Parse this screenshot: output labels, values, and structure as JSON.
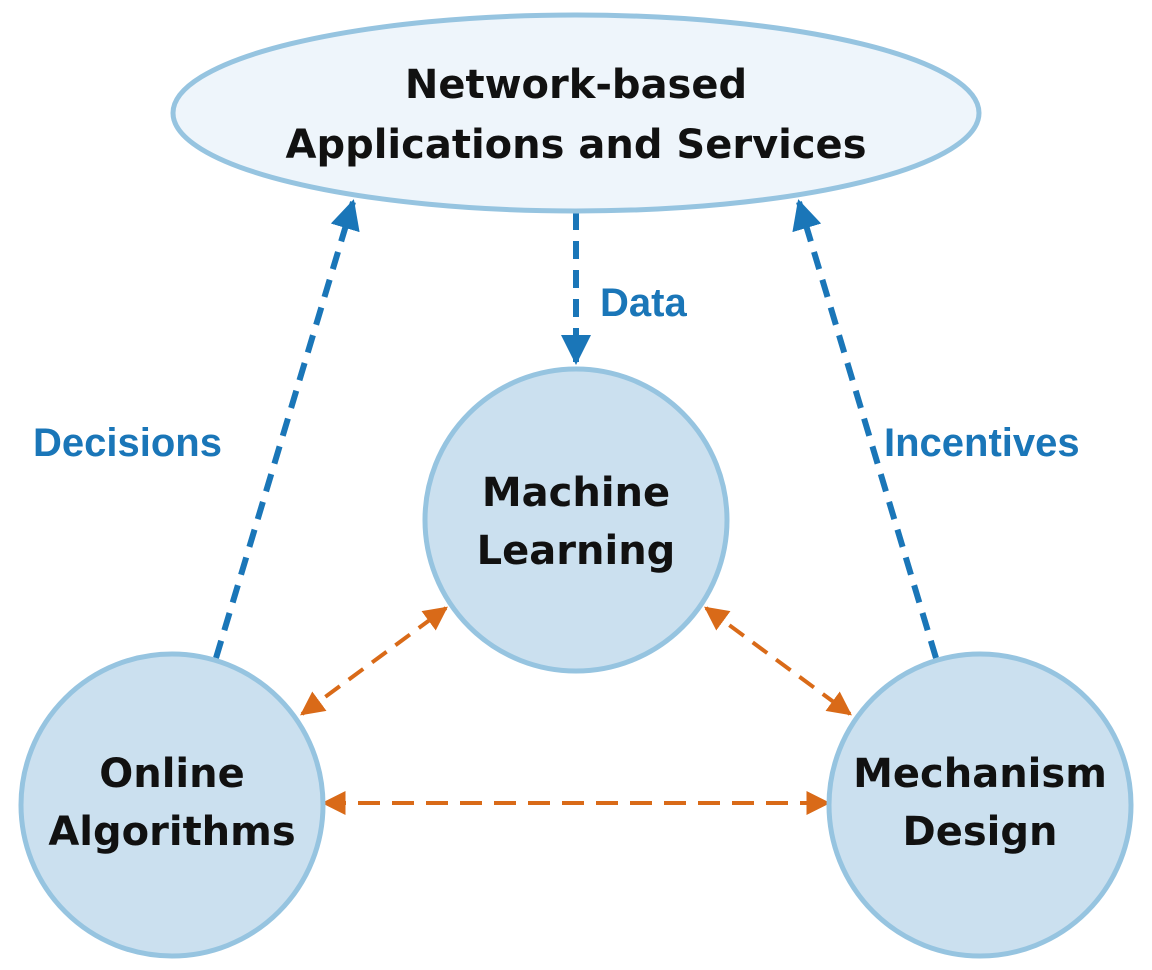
{
  "colors": {
    "node_fill": "#cbe0ef",
    "node_stroke": "#96c4e0",
    "top_fill": "#eef5fb",
    "blue_arrow": "#1a76b8",
    "orange_arrow": "#d96a18",
    "node_text": "#111111"
  },
  "nodes": {
    "top": {
      "line1": "Network-based",
      "line2": "Applications and Services"
    },
    "ml": {
      "line1": "Machine",
      "line2": "Learning"
    },
    "oa": {
      "line1": "Online",
      "line2": "Algorithms"
    },
    "md": {
      "line1": "Mechanism",
      "line2": "Design"
    }
  },
  "edges": {
    "data": "Data",
    "decisions": "Decisions",
    "incentives": "Incentives"
  }
}
